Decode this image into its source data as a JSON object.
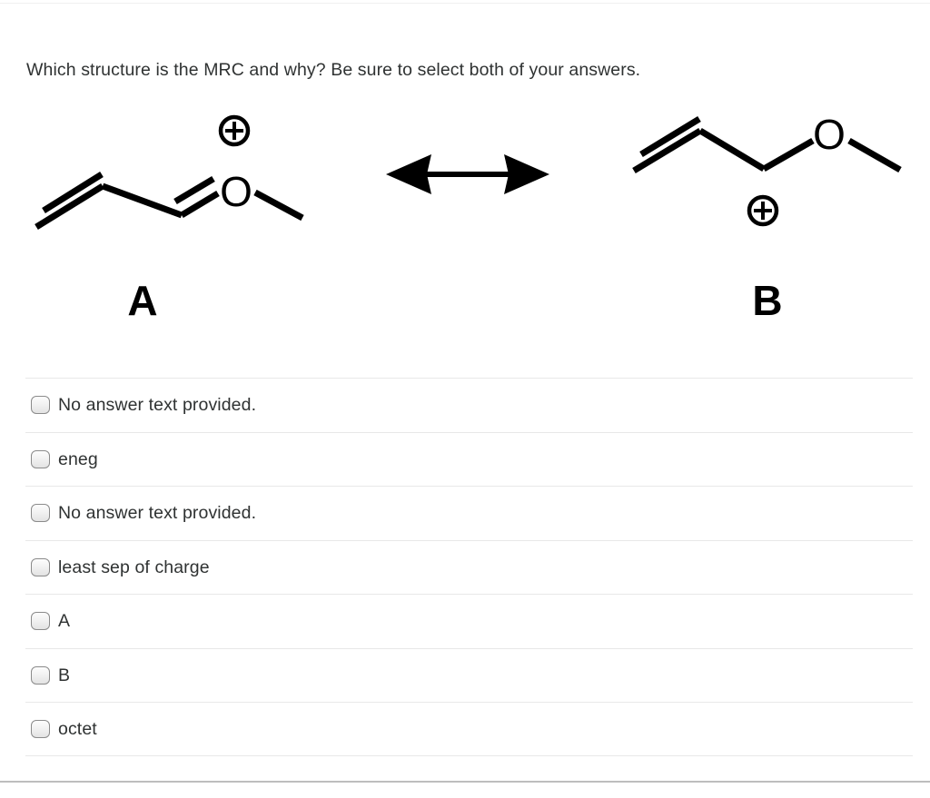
{
  "question": {
    "text": "Which structure is the MRC and why? Be sure to select both of your answers."
  },
  "figure": {
    "resonance_arrow": "double-headed-resonance-arrow",
    "structures": [
      {
        "id": "A",
        "label": "A",
        "charge_symbol": "⊕",
        "charge_position": "above-oxygen",
        "atom_labels": [
          "O"
        ],
        "description": "allyl chain with C=O plus double bond to oxygen bearing positive charge and methyl group"
      },
      {
        "id": "B",
        "label": "B",
        "charge_symbol": "⊕",
        "charge_position": "below-carbon",
        "atom_labels": [
          "O"
        ],
        "description": "allyl chain with carbocation adjacent to neutral ether oxygen and methyl group"
      }
    ]
  },
  "options": [
    {
      "label": "No answer text provided.",
      "checked": false
    },
    {
      "label": "eneg",
      "checked": false
    },
    {
      "label": "No answer text provided.",
      "checked": false
    },
    {
      "label": "least sep of charge",
      "checked": false
    },
    {
      "label": "A",
      "checked": false
    },
    {
      "label": "B",
      "checked": false
    },
    {
      "label": "octet",
      "checked": false
    }
  ],
  "colors": {
    "text": "#2f3232",
    "structure_stroke": "#000000",
    "divider": "#e8e8e8",
    "bottom_rule": "#bdbdbd",
    "checkbox_border": "#8b8b8b"
  }
}
